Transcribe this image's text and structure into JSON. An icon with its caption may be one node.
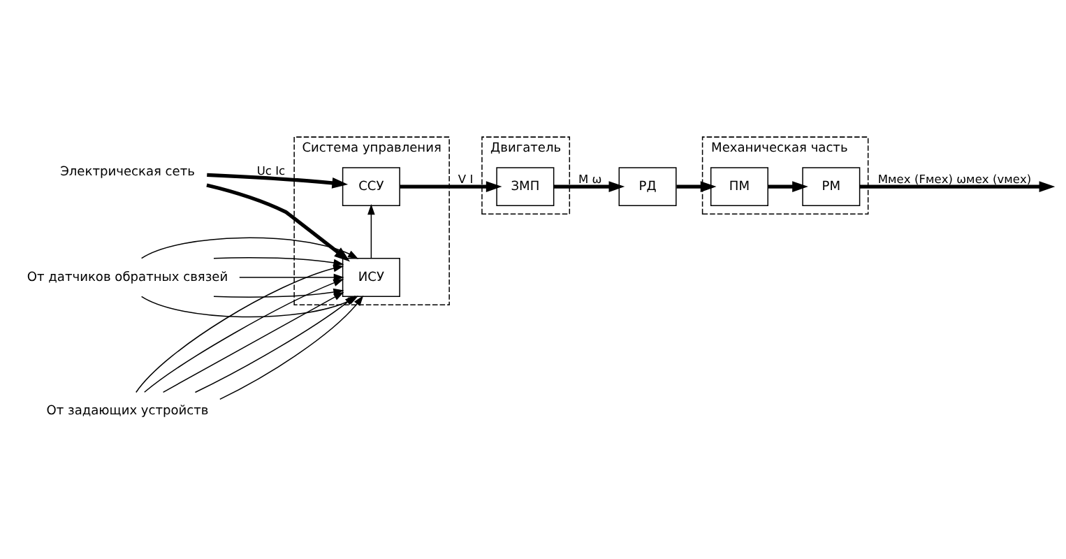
{
  "diagram": {
    "nodes": [
      {
        "text": [
          "Электрическая сеть"
        ]
      },
      {
        "text": [
          "Система управления"
        ]
      },
      {
        "text": [
          "ССУ"
        ],
        "in": 1
      },
      {
        "text": [
          "ИСУ"
        ],
        "in": 1
      },
      {
        "text": [
          "Двигатель"
        ]
      },
      {
        "text": [
          "ЗМП"
        ],
        "in": 4
      },
      {
        "text": [
          "Механическая часть"
        ]
      },
      {
        "text": [
          "РД"
        ]
      },
      {
        "text": [
          "ПМ"
        ],
        "in": 6
      },
      {
        "text": [
          "РМ"
        ],
        "in": 6
      },
      {
        "text": [
          "От датчиков обратных связей"
        ]
      },
      {
        "text": [
          "От задающих устройств"
        ]
      }
    ],
    "edges": [
      {
        "from": 0,
        "to": 2,
        "arrow": "to",
        "label": "Uc Ic",
        "style": "thick"
      },
      {
        "from": 0,
        "to": 3,
        "arrow": "to",
        "style": "thick"
      },
      {
        "from": 3,
        "to": 2,
        "arrow": "to"
      },
      {
        "from": 2,
        "to": 5,
        "arrow": "to",
        "label": "V I",
        "style": "thick"
      },
      {
        "from": 5,
        "to": 7,
        "arrow": "to",
        "label": "M ω",
        "style": "thick"
      },
      {
        "from": 7,
        "to": 8,
        "arrow": "to",
        "style": "thick"
      },
      {
        "from": 8,
        "to": 9,
        "arrow": "to",
        "style": "thick"
      },
      {
        "from": 9,
        "to": null,
        "arrow": "to",
        "label": "Mмех (Fмех) ωмех (vмех)",
        "style": "thick"
      },
      {
        "from": 10,
        "to": 3,
        "arrow": "to"
      },
      {
        "from": 10,
        "to": 3,
        "arrow": "to"
      },
      {
        "from": 10,
        "to": 3,
        "arrow": "to"
      },
      {
        "from": 10,
        "to": 3,
        "arrow": "to"
      },
      {
        "from": 10,
        "to": 3,
        "arrow": "to"
      },
      {
        "from": 11,
        "to": 3,
        "arrow": "to"
      },
      {
        "from": 11,
        "to": 3,
        "arrow": "to"
      },
      {
        "from": 11,
        "to": 3,
        "arrow": "to"
      },
      {
        "from": 11,
        "to": 3,
        "arrow": "to"
      },
      {
        "from": 11,
        "to": 3,
        "arrow": "to"
      }
    ]
  }
}
